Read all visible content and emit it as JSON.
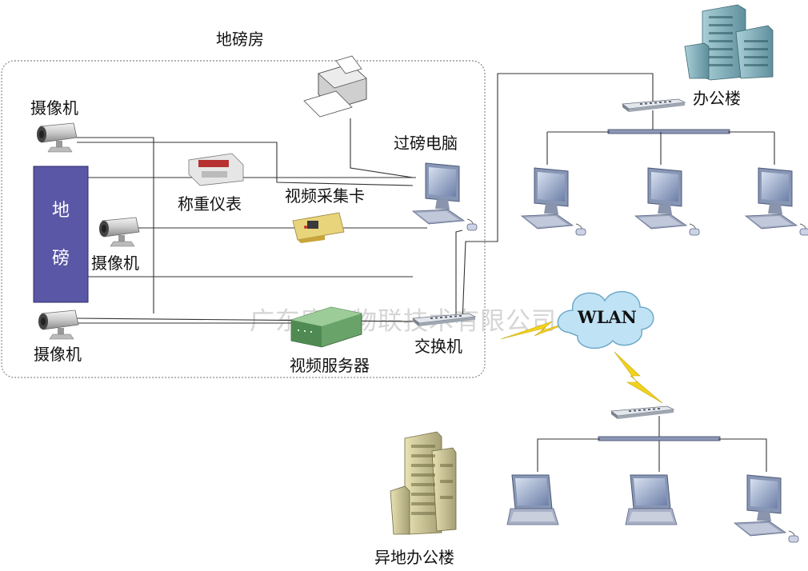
{
  "labels": {
    "weighbridge_room": "地磅房",
    "camera_top": "摄像机",
    "camera_mid": "摄像机",
    "camera_bottom": "摄像机",
    "scale_char1": "地",
    "scale_char2": "磅",
    "weighing_indicator": "称重仪表",
    "capture_card": "视频采集卡",
    "weighing_pc": "过磅电脑",
    "video_server": "视频服务器",
    "switch": "交换机",
    "office_building": "办公楼",
    "wlan": "WLAN",
    "remote_office": "异地办公楼"
  },
  "watermark": "广东摩尔物联技术有限公司",
  "colors": {
    "scale_fill": "#5a57a6",
    "cloud_fill": "#bfe3f5",
    "lightning": "#f2d21b",
    "room_border": "#888888"
  }
}
